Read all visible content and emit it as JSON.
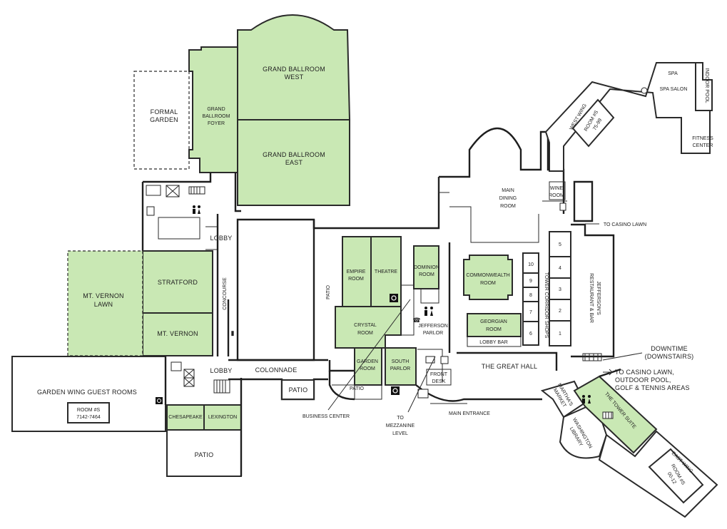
{
  "map": {
    "labels": {
      "grand_ballroom_west": [
        "GRAND BALLROOM",
        "WEST"
      ],
      "grand_ballroom_east": [
        "GRAND BALLROOM",
        "EAST"
      ],
      "grand_ballroom_foyer": [
        "GRAND",
        "BALLROOM",
        "FOYER"
      ],
      "formal_garden": [
        "FORMAL",
        "GARDEN"
      ],
      "lobby_upper": "LOBBY",
      "lobby_lower": "LOBBY",
      "concourse": "CONCOURSE",
      "mt_vernon_lawn": [
        "MT. VERNON",
        "LAWN"
      ],
      "stratford": "STRATFORD",
      "mt_vernon": "MT. VERNON",
      "garden_wing": "GARDEN WING GUEST ROOMS",
      "garden_wing_rooms": [
        "ROOM #S",
        "7142-7464"
      ],
      "chesapeake": "CHESAPEAKE",
      "lexington": "LEXINGTON",
      "patio_bottom": "PATIO",
      "patio_small": "PATIO",
      "colonnade": "COLONNADE",
      "patio_vertical": "PATIO",
      "empire_room": [
        "EMPIRE",
        "ROOM"
      ],
      "theatre": "THEATRE",
      "dominion_room": [
        "DOMINION",
        "ROOM"
      ],
      "crystal_room": [
        "CRYSTAL",
        "ROOM"
      ],
      "garden_room": [
        "GARDEN",
        "ROOM"
      ],
      "south_parlor": [
        "SOUTH",
        "PARLOR"
      ],
      "jefferson_parlor": [
        "JEFFERSON",
        "PARLOR"
      ],
      "commonwealth_room": [
        "COMMONWEALTH",
        "ROOM"
      ],
      "georgian_room": [
        "GEORGIAN",
        "ROOM"
      ],
      "lobby_bar": "LOBBY BAR",
      "the_great_hall": "THE GREAT HALL",
      "front_desk": [
        "FRONT",
        "DESK"
      ],
      "patio_lower": "PATIO",
      "business_center": "BUSINESS CENTER",
      "to_mezzanine": [
        "TO",
        "MEZZANINE",
        "LEVEL"
      ],
      "main_entrance": "MAIN ENTRANCE",
      "main_dining_room": [
        "MAIN",
        "DINING",
        "ROOM"
      ],
      "wine_room": [
        "WINE",
        "ROOM"
      ],
      "tower_corridor_shops": "TOWER CORRIDOR SHOPS",
      "shop_numbers": [
        "10",
        "9",
        "8",
        "7",
        "6",
        "5",
        "4",
        "3",
        "2",
        "1"
      ],
      "jeffersons": [
        "JEFFERSON'S",
        "RESTAURANT & BAR"
      ],
      "to_casino_lawn": "TO CASINO LAWN",
      "downtime": [
        "DOWNTIME",
        "(DOWNSTAIRS)"
      ],
      "to_casino_lawn_2": [
        "TO CASINO LAWN,",
        "OUTDOOR POOL,",
        "GOLF & TENNIS AREAS"
      ],
      "marthas_market": [
        "MARTHA'S",
        "MARKET"
      ],
      "washington_library": [
        "WASHINGTON",
        "LIBRARY"
      ],
      "the_tower_suite": "THE TOWER SUITE",
      "east_wing": "EAST WING",
      "east_wing_rooms": [
        "ROOM #S",
        "00-12"
      ],
      "west_wing": "WEST WING",
      "west_wing_rooms": [
        "ROOM #S",
        "75-99"
      ],
      "spa": "SPA",
      "spa_salon": "SPA SALON",
      "indoor_pool": "INDOOR POOL",
      "fitness_center": [
        "FITNESS",
        "CENTER"
      ]
    },
    "colors": {
      "meeting_room_fill": "#c9e8b4",
      "wall": "#1e1e1e",
      "background": "#ffffff"
    },
    "icons": [
      "restroom-icon",
      "elevator-icon",
      "wheelchair-icon",
      "stairs-icon",
      "telephone-icon"
    ]
  }
}
